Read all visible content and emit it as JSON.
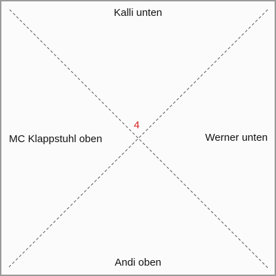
{
  "labels": {
    "top": "Kalli unten",
    "bottom": "Andi oben",
    "left": "MC Klappstuhl oben",
    "right": "Werner unten"
  },
  "center": {
    "number": "4",
    "color": "#d42020"
  },
  "line_color": "#555555",
  "border_color": "#9a9a9a"
}
